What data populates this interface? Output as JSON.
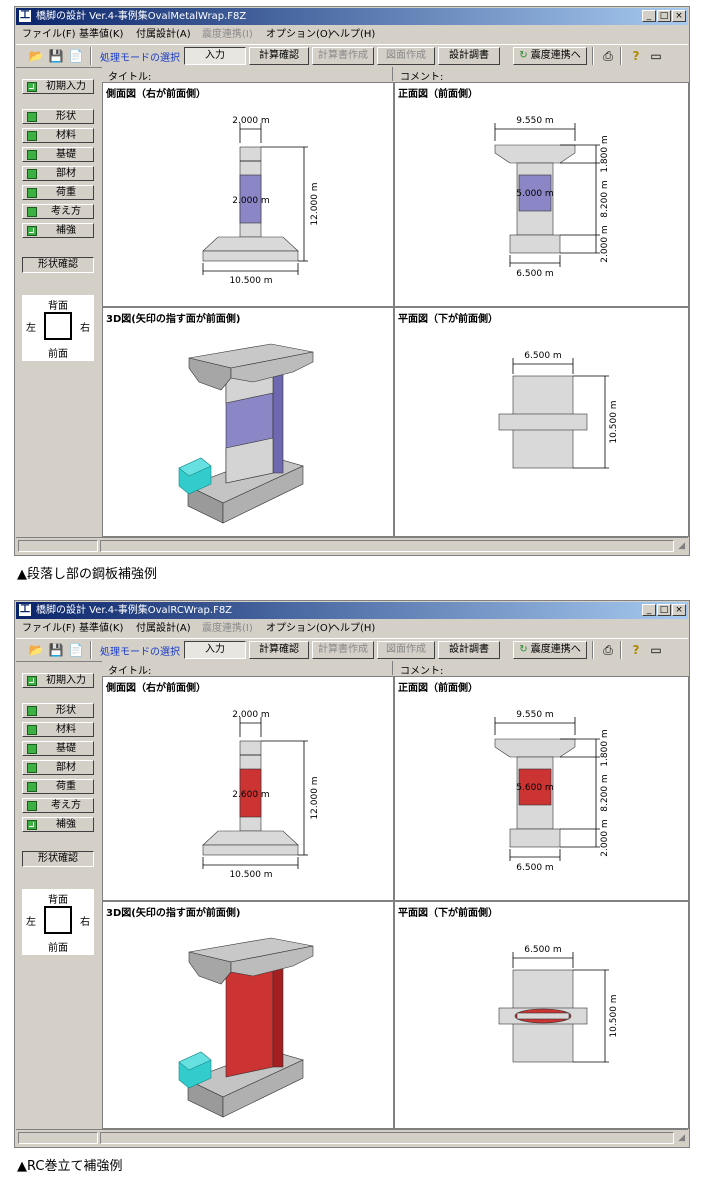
{
  "windows": [
    {
      "window_title": "橋脚の設計 Ver.4-事例集OvalMetalWrap.F8Z",
      "wrap_color": "#8b86c6",
      "wrap_dark": "#6e68b0",
      "wrap_width_label": "2.000 m",
      "front_center_label": "5.000 m",
      "caption": "▲段落し部の鋼板補強例"
    },
    {
      "window_title": "橋脚の設計 Ver.4-事例集OvalRCWrap.F8Z",
      "wrap_color": "#cc3333",
      "wrap_dark": "#a42020",
      "wrap_width_label": "2.600 m",
      "front_center_label": "5.600 m",
      "caption": "▲RC巻立て補強例"
    }
  ],
  "menu": [
    "ファイル(F)",
    "基準値(K)",
    "付属設計(A)",
    "震度連携(I)",
    "オプション(O)",
    "ヘルプ(H)"
  ],
  "toolbar": {
    "mode_label": "処理モードの選択",
    "input": "入力",
    "calc_check": "計算確認",
    "report_create": "計算書作成",
    "drawing_create": "図面作成",
    "design_report": "設計調書",
    "seismic_link": "震度連携へ"
  },
  "sidebar": {
    "initial_input": "初期入力",
    "items": [
      "形状",
      "材料",
      "基礎",
      "部材",
      "荷重",
      "考え方",
      "補強"
    ],
    "shape_confirm": "形状確認",
    "dir_back": "背面",
    "dir_front": "前面",
    "dir_left": "左",
    "dir_right": "右"
  },
  "header": {
    "title_label": "タイトル:",
    "comment_label": "コメント:"
  },
  "views": {
    "side_title": "側面図（右が前面側）",
    "front_title": "正面図（前面側）",
    "view3d_title": "3D図(矢印の指す面が前面側)",
    "plan_title": "平面図（下が前面側）"
  },
  "dims": {
    "top_width": "2.000 m",
    "height": "12.000 m",
    "footing_width": "10.500 m",
    "beam_width": "9.550 m",
    "beam_height": "1.800 m",
    "column_height": "8.200 m",
    "footing_height": "2.000 m",
    "footing_width_front": "6.500 m",
    "plan_width": "6.500 m",
    "plan_length": "10.500 m"
  }
}
